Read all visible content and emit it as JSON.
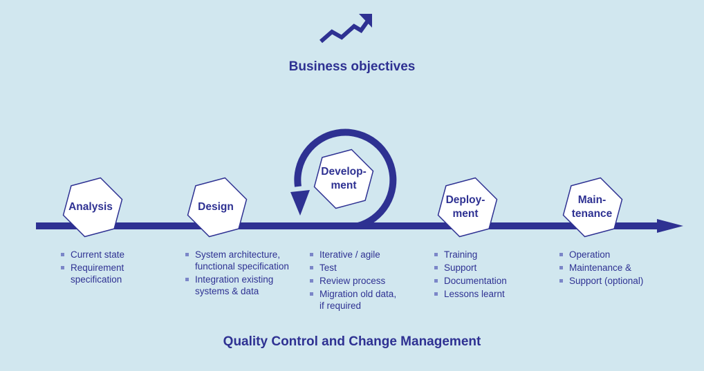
{
  "colors": {
    "background": "#d1e7ef",
    "accent": "#2e3192",
    "bullet": "#7b86c8"
  },
  "header": {
    "icon": "trend-up-arrow-icon",
    "title": "Business objectives"
  },
  "phases": [
    {
      "label": "Analysis",
      "bullets": [
        "Current state",
        "Requirement\nspecification"
      ]
    },
    {
      "label": "Design",
      "bullets": [
        "System architecture,\nfunctional specification",
        "Integration existing\nsystems & data"
      ]
    },
    {
      "label": "Develop-\nment",
      "bullets": [
        "Iterative / agile",
        "Test",
        "Review process",
        "Migration old data,\nif required"
      ]
    },
    {
      "label": "Deploy-\nment",
      "bullets": [
        "Training",
        "Support",
        "Documentation",
        "Lessons learnt"
      ]
    },
    {
      "label": "Main-\ntenance",
      "bullets": [
        "Operation",
        "Maintenance &",
        "Support (optional)"
      ]
    }
  ],
  "footer": {
    "title": "Quality Control and Change Management"
  }
}
